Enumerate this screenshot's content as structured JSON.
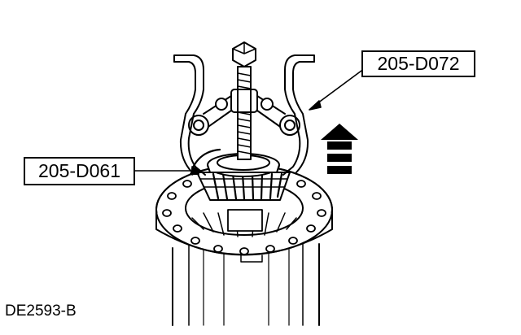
{
  "callouts": {
    "puller_tool": "205-D072",
    "bearing_adapter": "205-D061"
  },
  "figure_id": "DE2593-B",
  "colors": {
    "line": "#000000",
    "background": "#ffffff"
  },
  "icons": [
    "bearing-puller-icon",
    "pull-direction-arrow-icon"
  ]
}
